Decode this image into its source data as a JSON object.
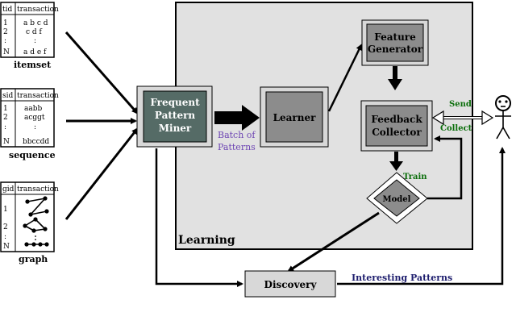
{
  "colors": {
    "panel_fill": "#e1e1e1",
    "box_dark": "#556b66",
    "box_mid": "#8c8c8c",
    "box_outer": "#d8d8d8",
    "batch_label": "#6e46b4",
    "green_label": "#0a6e0a",
    "purple_label": "#1e1e6e"
  },
  "tables": {
    "itemset": {
      "id_header": "tid",
      "col_header": "transaction",
      "ids": [
        "1",
        "2",
        ":",
        "N"
      ],
      "rows": [
        "a b c d",
        "c d f",
        ":",
        "a d e f"
      ],
      "caption": "itemset"
    },
    "sequence": {
      "id_header": "sid",
      "col_header": "transaction",
      "ids": [
        "1",
        "2",
        ":",
        "N"
      ],
      "rows": [
        "aabb",
        "acggt",
        ":",
        "bbccdd"
      ],
      "caption": "sequence"
    },
    "graph": {
      "id_header": "gid",
      "col_header": "transaction",
      "ids": [
        "1",
        "2",
        ":",
        "N"
      ],
      "caption": "graph"
    }
  },
  "boxes": {
    "miner": [
      "Frequent",
      "Pattern",
      "Miner"
    ],
    "learner": "Learner",
    "feature": [
      "Feature",
      "Generator"
    ],
    "feedback": [
      "Feedback",
      "Collector"
    ],
    "model": "Model",
    "discovery": "Discovery"
  },
  "labels": {
    "batch": [
      "Batch of",
      "Patterns"
    ],
    "learning": "Learning",
    "train": "Train",
    "send": "Send",
    "collect": "Collect",
    "interesting": "Interesting Patterns"
  }
}
